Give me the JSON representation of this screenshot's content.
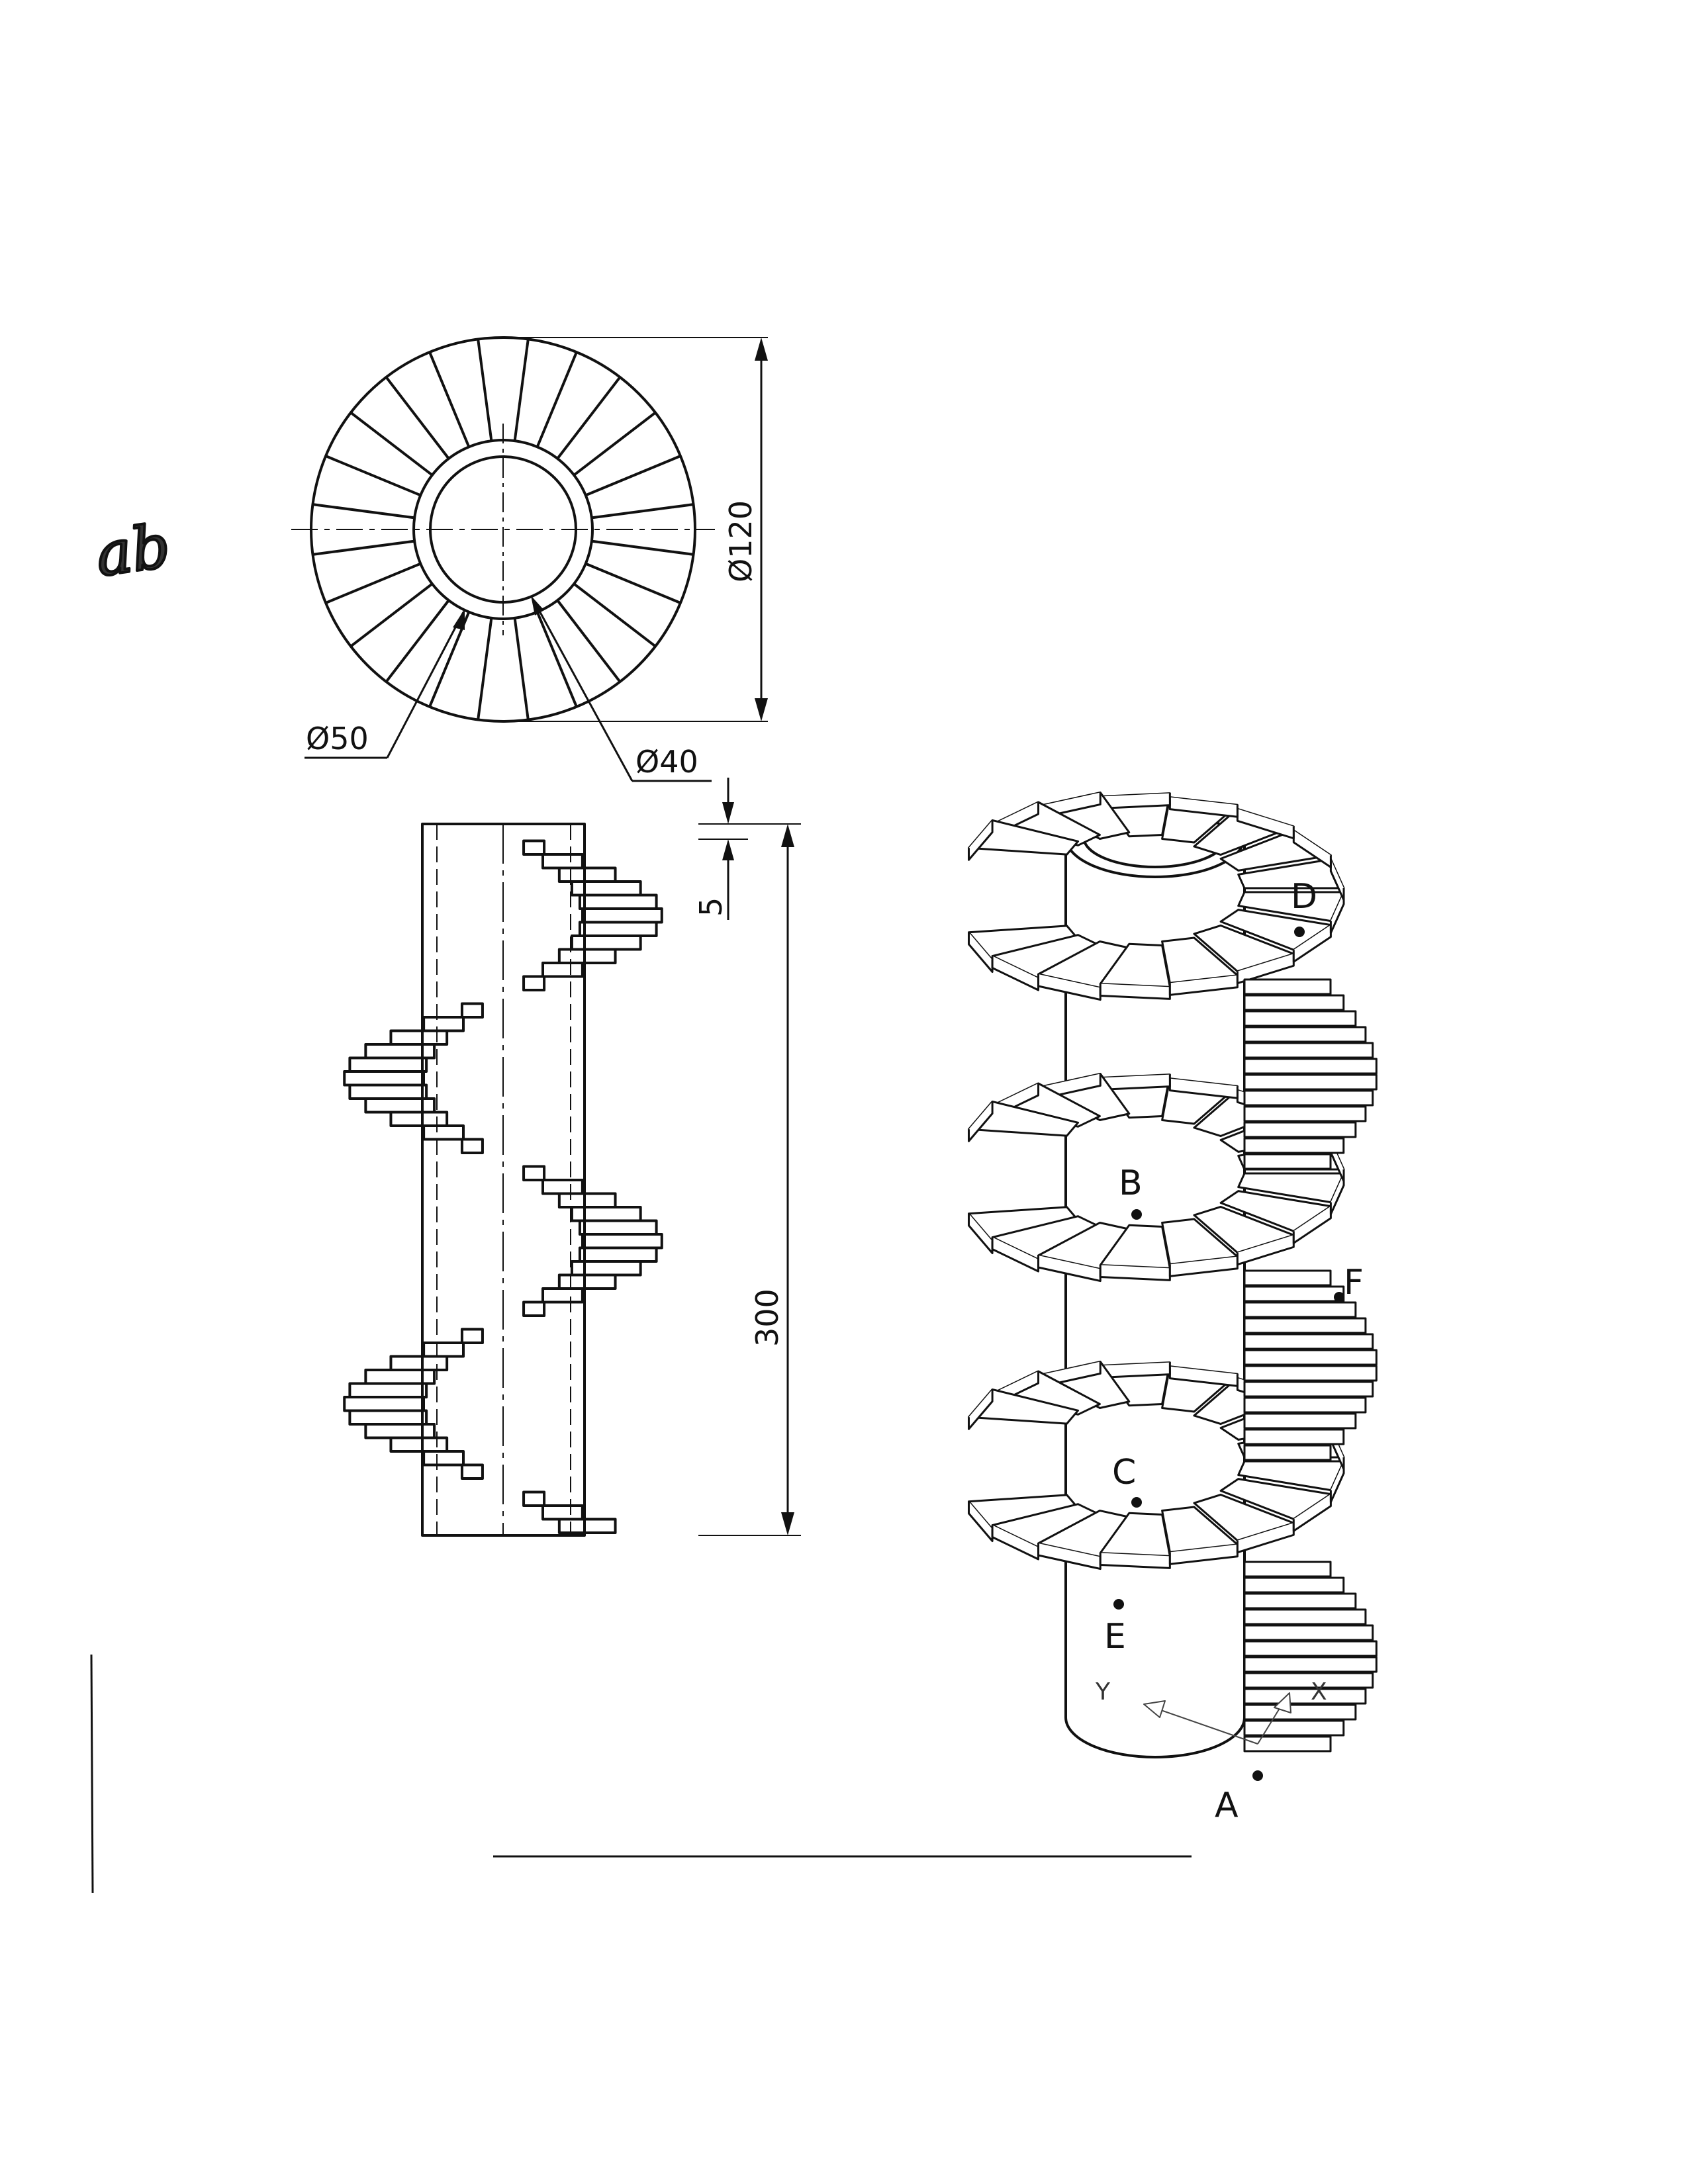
{
  "annotation": {
    "handwritten": "ab"
  },
  "top_view": {
    "dims": {
      "outer": "Ø120",
      "d50": "Ø50",
      "d40": "Ø40"
    },
    "steps_per_turn": 24
  },
  "front_view": {
    "dims": {
      "height": "300",
      "step": "5"
    }
  },
  "iso_view": {
    "points": {
      "A": "A",
      "B": "B",
      "C": "C",
      "D": "D",
      "E": "E",
      "F": "F"
    },
    "axes": {
      "x": "X",
      "y": "Y"
    }
  }
}
